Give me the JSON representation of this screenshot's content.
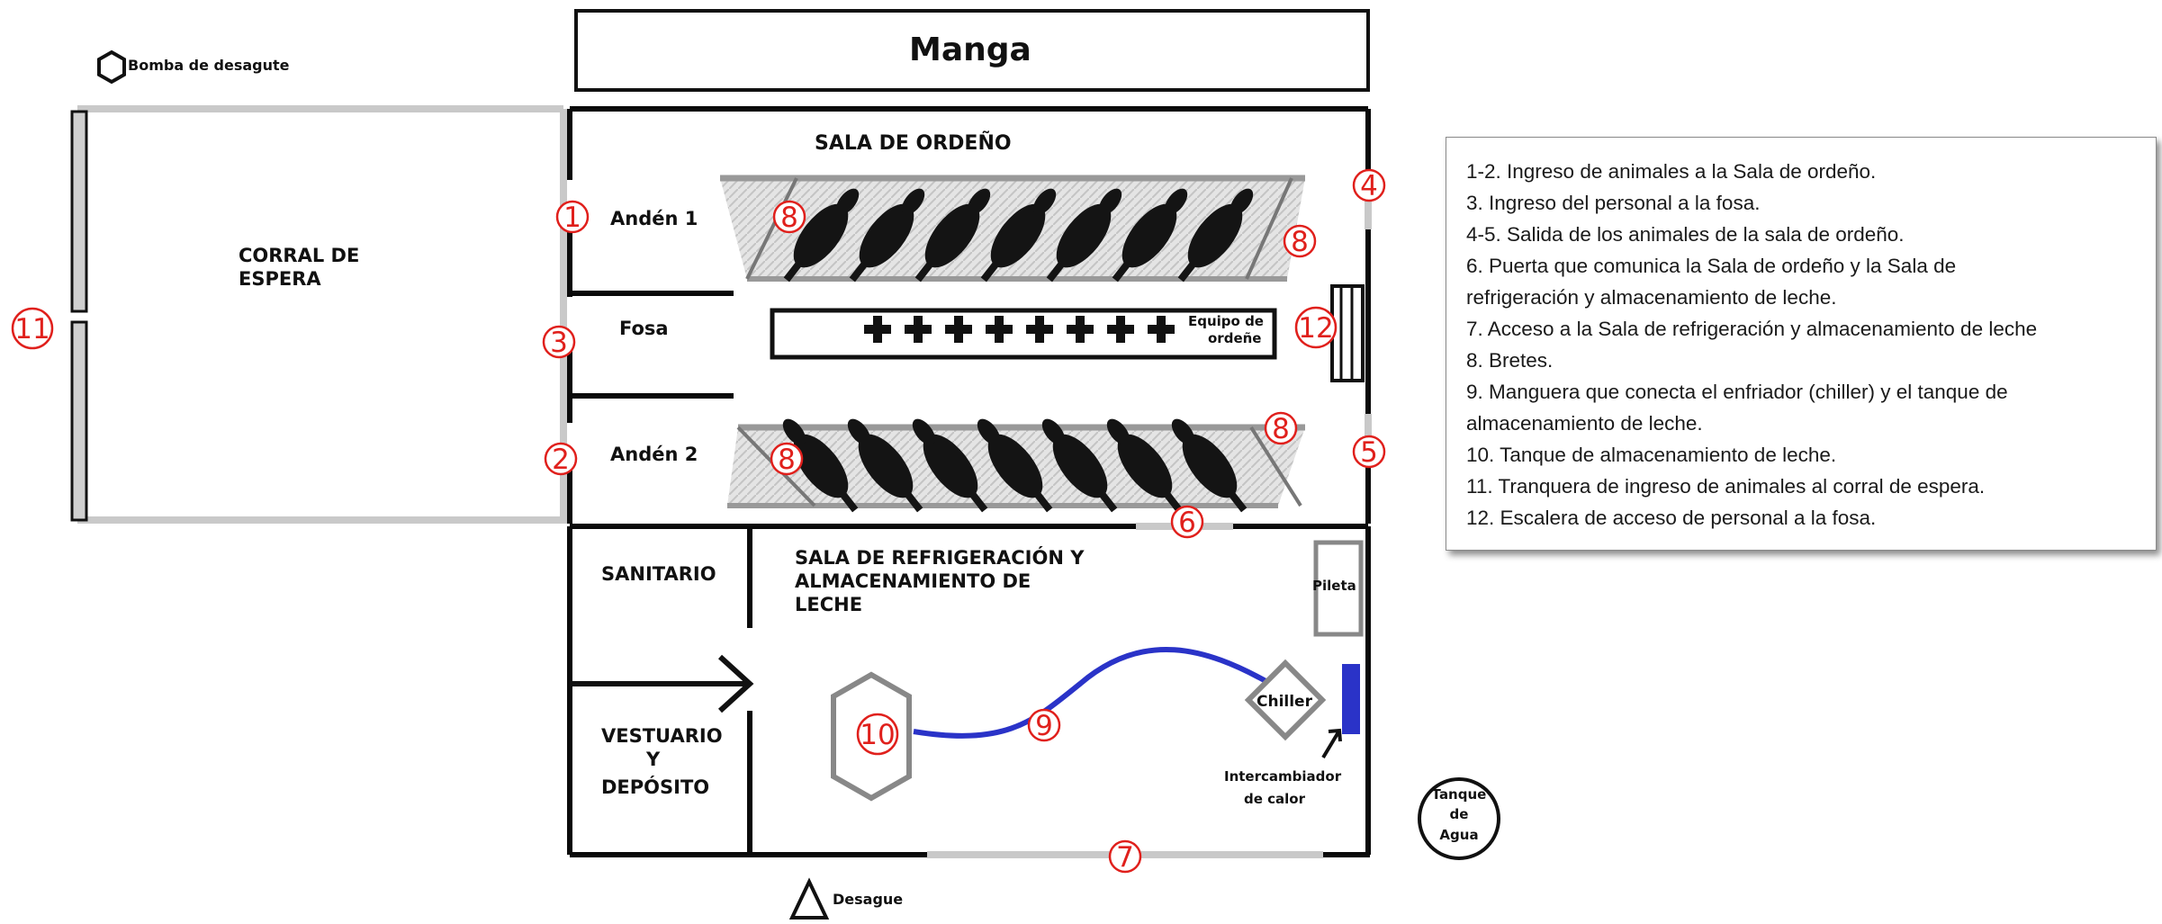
{
  "diagram": {
    "top_label": "Manga",
    "pump_label": "Bomba de desagute",
    "corral_line1": "CORRAL DE",
    "corral_line2": "ESPERA",
    "sala_ordeno": "SALA DE ORDEÑO",
    "anden1": "Andén 1",
    "anden2": "Andén 2",
    "fosa": "Fosa",
    "equipo_line1": "Equipo de",
    "equipo_line2": "ordeñe",
    "sanitario": "SANITARIO",
    "sala_ref_line1": "SALA DE REFRIGERACIÓN Y",
    "sala_ref_line2": "ALMACENAMIENTO DE",
    "sala_ref_line3": "LECHE",
    "pileta": "Pileta",
    "chiller": "Chiller",
    "intercambiador_line1": "Intercambiador",
    "intercambiador_line2": "de calor",
    "vestuario_line1": "VESTUARIO",
    "vestuario_line2": "Y",
    "vestuario_line3": "DEPÓSITO",
    "tanque_line1": "Tanque",
    "tanque_line2": "de",
    "tanque_line3": "Agua",
    "desague": "Desague",
    "markers": {
      "n1": "1",
      "n2": "2",
      "n3": "3",
      "n4": "4",
      "n5": "5",
      "n6": "6",
      "n7": "7",
      "n8": "8",
      "n9": "9",
      "n10": "10",
      "n11": "11",
      "n12": "12"
    }
  },
  "legend": {
    "items": [
      "1-2. Ingreso de animales a la Sala de ordeño.",
      "3. Ingreso del personal a la fosa.",
      "4-5. Salida de los animales de la sala de ordeño.",
      "6. Puerta que comunica la Sala de ordeño y la Sala de",
      "refrigeración y almacenamiento de leche.",
      "7. Acceso a la Sala de refrigeración y almacenamiento de leche",
      "8. Bretes.",
      "9. Manguera que conecta el enfriador (chiller) y el tanque de",
      "almacenamiento de leche.",
      "10. Tanque de almacenamiento de leche.",
      "11. Tranquera de ingreso de animales al corral de espera.",
      "12. Escalera de acceso de personal a la fosa."
    ]
  },
  "colors": {
    "wall": "#0a0a0a",
    "gate": "#c9c9c9",
    "marker": "#e0201c",
    "hose": "#2a33c8",
    "cow": "#141414"
  }
}
